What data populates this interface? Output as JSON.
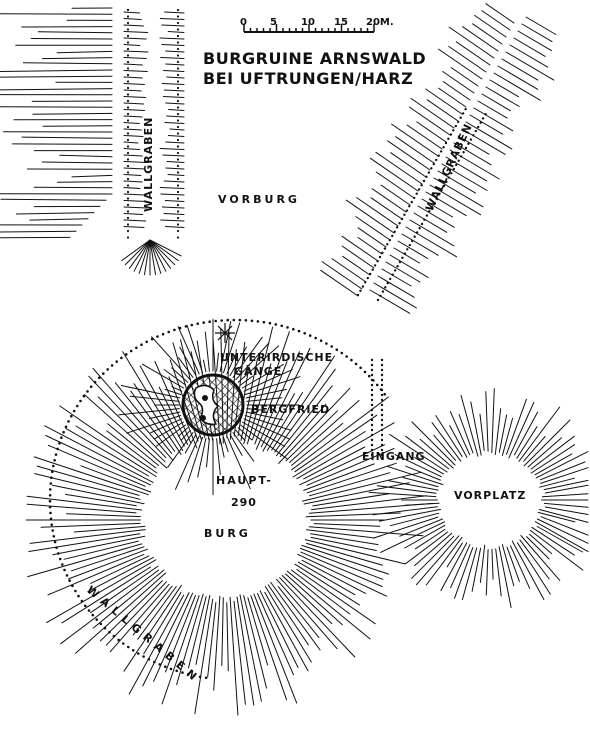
{
  "title": {
    "line1": "BURGRUINE ARNSWALD",
    "line2": "BEI UFTRUNGEN/HARZ"
  },
  "scale": {
    "ticks": [
      "0",
      "5",
      "10",
      "15",
      "20M."
    ]
  },
  "labels": {
    "vorburg": "VORBURG",
    "wallgraben_left": "WALLGRABEN",
    "wallgraben_right": "WALLGRABEN",
    "wallgraben_bottom": "WALLGRABEN",
    "unterirdische": "UNTERIRDISCHE",
    "gaenge": "GÄNGE",
    "bergfried": "BERGFRIED",
    "eingang": "EINGANG",
    "haupt": "HAUPT-",
    "elevation": "290",
    "burg": "BURG",
    "vorplatz": "VORPLATZ"
  },
  "colors": {
    "ink": "#111111",
    "paper": "#ffffff"
  }
}
